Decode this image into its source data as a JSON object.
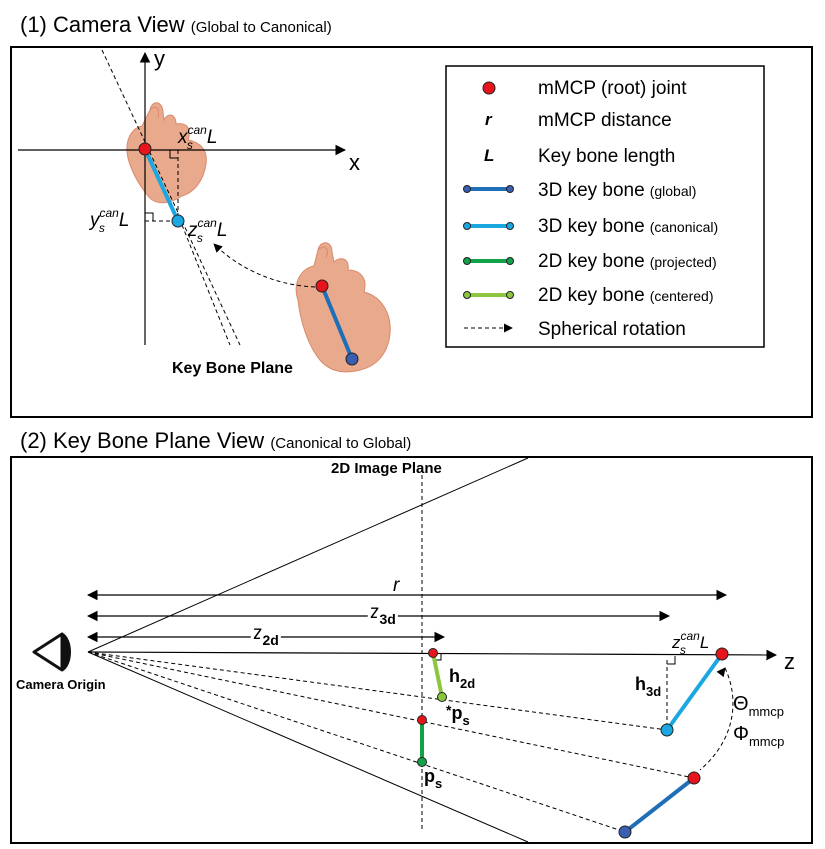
{
  "panel1": {
    "title_main": "(1) Camera View",
    "title_sub": "(Global to Canonical)",
    "axis_x": "x",
    "axis_y": "y",
    "key_bone_plane": "Key Bone Plane",
    "label_x_var": "x",
    "label_y_var": "y",
    "label_z_var": "z",
    "sub_s": "s",
    "sup_can": "can",
    "var_L": "L",
    "legend": [
      {
        "symbol": "red-dot",
        "label": "mMCP (root) joint",
        "sub": ""
      },
      {
        "symbol": "r",
        "label": "mMCP distance",
        "sub": ""
      },
      {
        "symbol": "L",
        "label": "Key bone length",
        "sub": ""
      },
      {
        "symbol": "bone-global",
        "label": "3D key bone",
        "sub": "(global)"
      },
      {
        "symbol": "bone-canonical",
        "label": "3D key bone",
        "sub": "(canonical)"
      },
      {
        "symbol": "bone-projected",
        "label": "2D key bone",
        "sub": "(projected)"
      },
      {
        "symbol": "bone-centered",
        "label": "2D key bone",
        "sub": "(centered)"
      },
      {
        "symbol": "spherical-arrow",
        "label": "Spherical rotation",
        "sub": ""
      }
    ]
  },
  "panel2": {
    "title_main": "(2) Key Bone Plane View",
    "title_sub": "(Canonical to Global)",
    "image_plane_label": "2D Image Plane",
    "camera_origin_label": "Camera Origin",
    "axis_z": "z",
    "r": "r",
    "z_var": "z",
    "z3d_sub": "3d",
    "z2d_sub": "2d",
    "h_var": "h",
    "h2d_sub": "2d",
    "h3d_sub": "3d",
    "p_var": "p",
    "p_sub": "s",
    "star": "*",
    "theta": "Θ",
    "phi": "Φ",
    "mmcp_sub": "mmcp",
    "zs_var": "z",
    "zs_sub": "s",
    "zs_sup": "can",
    "zs_L": "L"
  },
  "colors": {
    "root_joint": "#e8141b",
    "bone_global": "#1f6fb8",
    "bone_canonical": "#1aa7e2",
    "bone_projected": "#12a24a",
    "bone_centered": "#8cc63f",
    "joint_global": "#3a5fb0",
    "hand_skin": "#e9a98c"
  }
}
